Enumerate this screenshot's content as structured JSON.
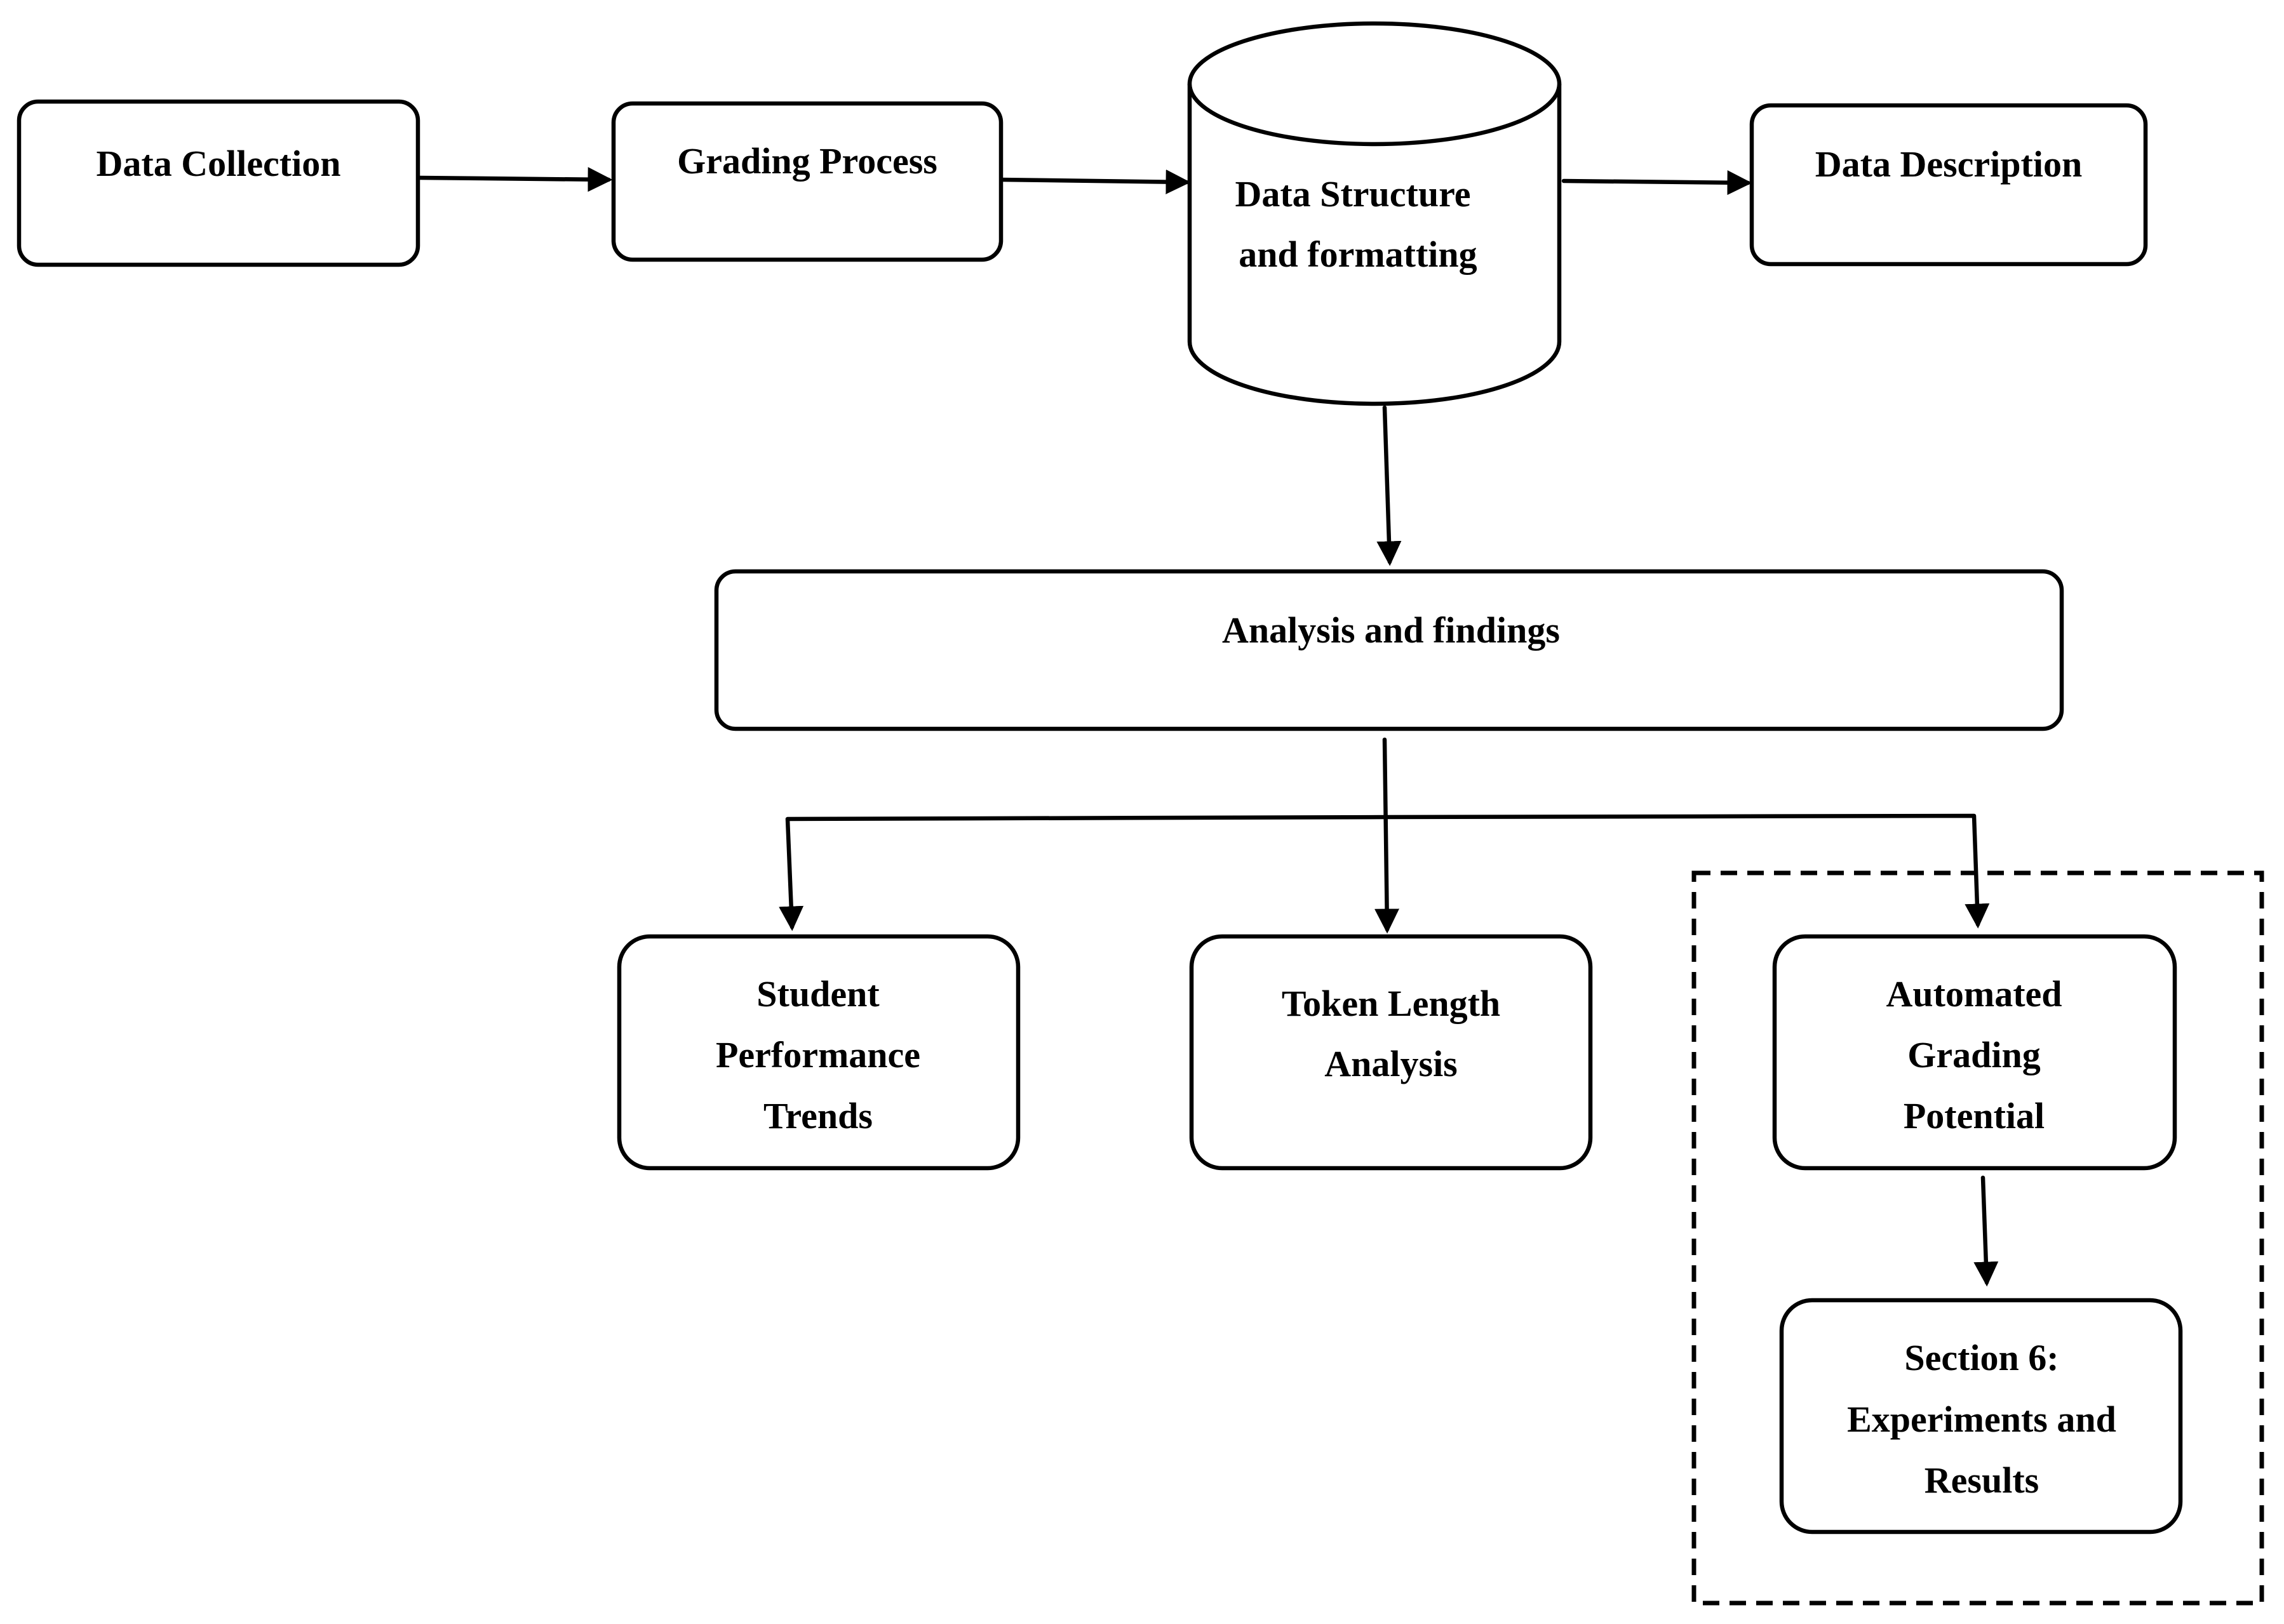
{
  "colors": {
    "stroke": "#000000",
    "fill": "#ffffff",
    "background": "#ffffff"
  },
  "nodes": {
    "data_collection": {
      "shape": "rounded-rect",
      "lines": [
        "Data Collection"
      ]
    },
    "grading_process": {
      "shape": "rounded-rect",
      "lines": [
        "Grading Process"
      ]
    },
    "data_structure": {
      "shape": "cylinder",
      "lines": [
        "Data Structure",
        "and formatting"
      ]
    },
    "data_description": {
      "shape": "rounded-rect",
      "lines": [
        "Data Description"
      ]
    },
    "analysis": {
      "shape": "rounded-rect",
      "lines": [
        "Analysis and findings"
      ]
    },
    "student_trends": {
      "shape": "rounded-rect",
      "lines": [
        "Student",
        "Performance",
        "Trends"
      ]
    },
    "token_length": {
      "shape": "rounded-rect",
      "lines": [
        "Token Length",
        "Analysis"
      ]
    },
    "automated_grading": {
      "shape": "rounded-rect",
      "lines": [
        "Automated",
        "Grading",
        "Potential"
      ]
    },
    "section6": {
      "shape": "rounded-rect",
      "lines": [
        "Section 6:",
        "Experiments and",
        "Results"
      ]
    }
  },
  "edges": [
    {
      "from": "data_collection",
      "to": "grading_process"
    },
    {
      "from": "grading_process",
      "to": "data_structure"
    },
    {
      "from": "data_structure",
      "to": "data_description"
    },
    {
      "from": "data_structure",
      "to": "analysis"
    },
    {
      "from": "analysis",
      "to": "student_trends"
    },
    {
      "from": "analysis",
      "to": "token_length"
    },
    {
      "from": "analysis",
      "to": "automated_grading"
    },
    {
      "from": "automated_grading",
      "to": "section6"
    }
  ],
  "highlight_group": {
    "style": "dashed",
    "members": [
      "automated_grading",
      "section6"
    ]
  }
}
